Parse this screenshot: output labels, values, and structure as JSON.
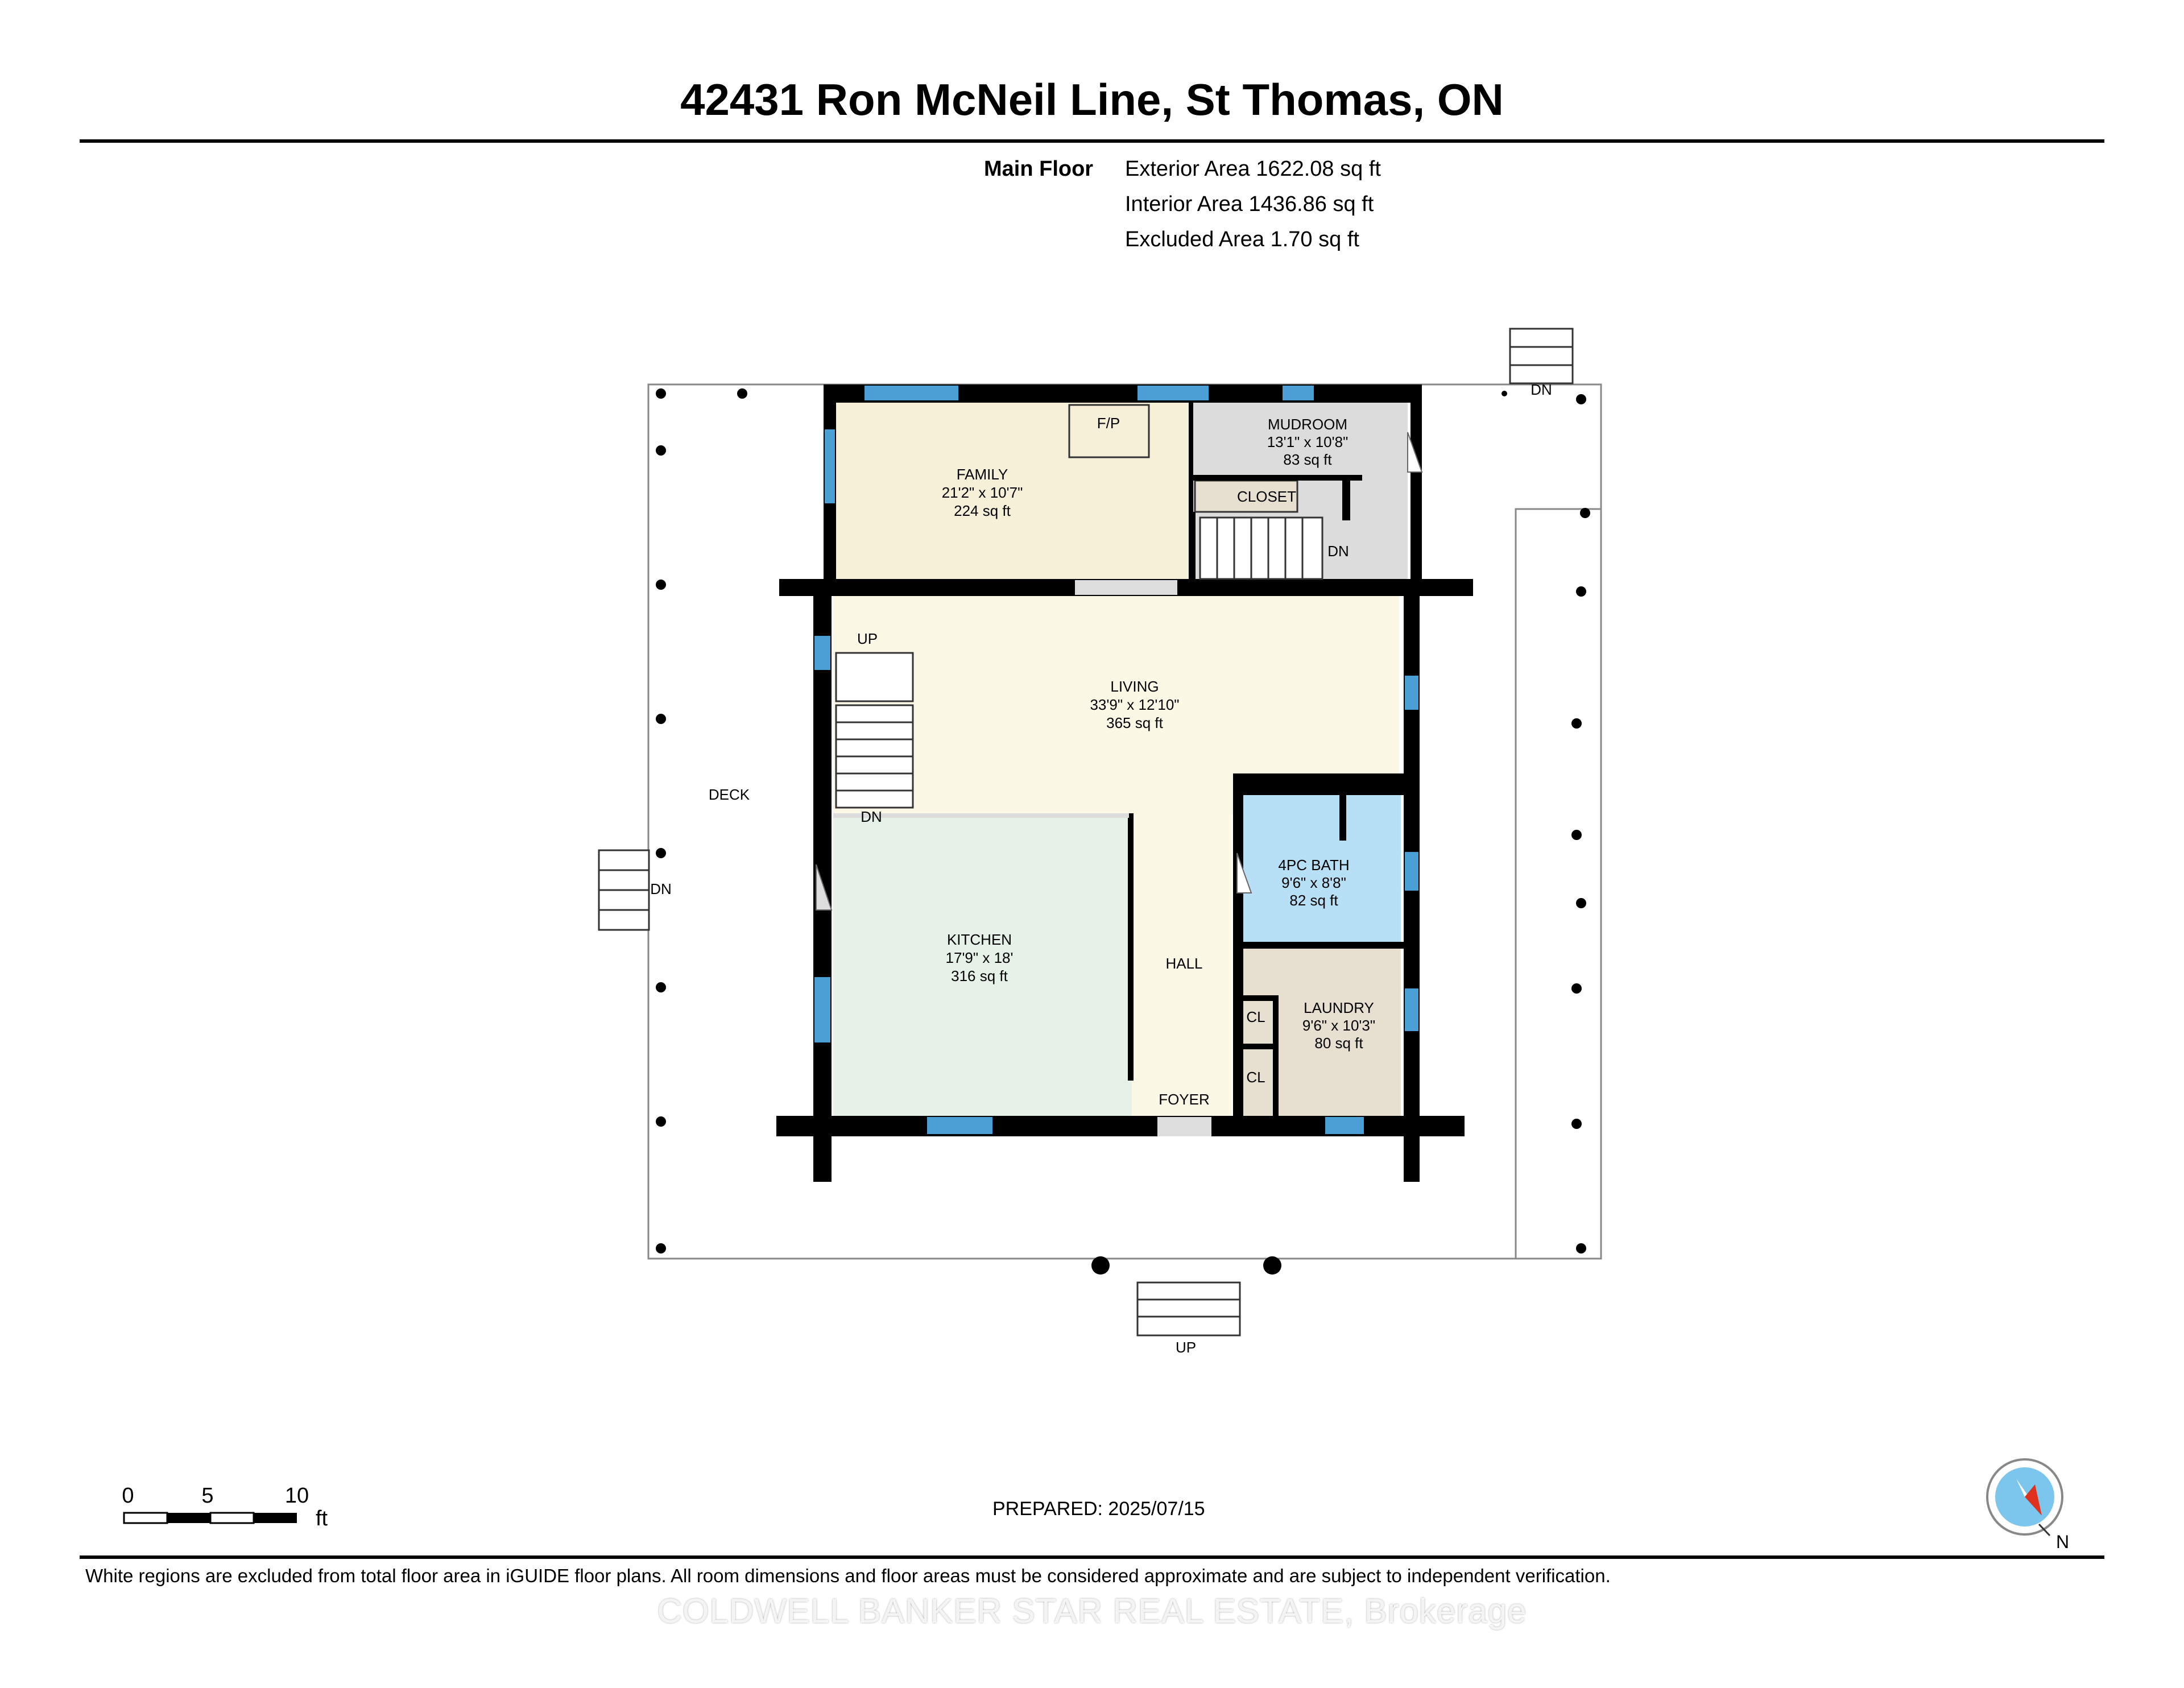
{
  "header": {
    "title": "42431 Ron McNeil Line, St Thomas, ON"
  },
  "areas": {
    "floor": "Main Floor",
    "exterior": "Exterior Area 1622.08 sq ft",
    "interior": "Interior Area 1436.86 sq ft",
    "excluded": "Excluded Area 1.70 sq ft"
  },
  "rooms": {
    "family": {
      "name": "FAMILY",
      "dims": "21'2\" x 10'7\"",
      "area": "224 sq ft"
    },
    "mudroom": {
      "name": "MUDROOM",
      "dims": "13'1\" x 10'8\"",
      "area": "83 sq ft"
    },
    "closet": {
      "name": "CLOSET"
    },
    "fireplace": {
      "name": "F/P"
    },
    "living": {
      "name": "LIVING",
      "dims": "33'9\" x 12'10\"",
      "area": "365 sq ft"
    },
    "kitchen": {
      "name": "KITCHEN",
      "dims": "17'9\" x 18'",
      "area": "316 sq ft"
    },
    "bath": {
      "name": "4PC BATH",
      "dims": "9'6\" x 8'8\"",
      "area": "82 sq ft"
    },
    "laundry": {
      "name": "LAUNDRY",
      "dims": "9'6\" x 10'3\"",
      "area": "80 sq ft"
    },
    "hall": {
      "name": "HALL"
    },
    "foyer": {
      "name": "FOYER"
    },
    "deck": {
      "name": "DECK"
    },
    "cl1": {
      "name": "CL"
    },
    "cl2": {
      "name": "CL"
    }
  },
  "stairs": {
    "up": "UP",
    "dn": "DN"
  },
  "scale": {
    "ticks": [
      "0",
      "5",
      "10"
    ],
    "unit": "ft"
  },
  "compass": {
    "label": "N"
  },
  "colors": {
    "family": "#f6f0d8",
    "mudroom": "#dcdcdc",
    "living": "#fcf8e6",
    "kitchen": "#e6f1e8",
    "bath": "#b7dff6",
    "laundry": "#e7dfcf",
    "window": "#4aa0d5",
    "compass_arrow": "#e0301e"
  },
  "footer": {
    "prepared": "PREPARED: 2025/07/15",
    "disclaimer": "White regions are excluded from total floor area in iGUIDE floor plans. All room dimensions and floor areas must be considered approximate and are subject to independent verification.",
    "watermark": "COLDWELL BANKER STAR REAL ESTATE, Brokerage"
  }
}
